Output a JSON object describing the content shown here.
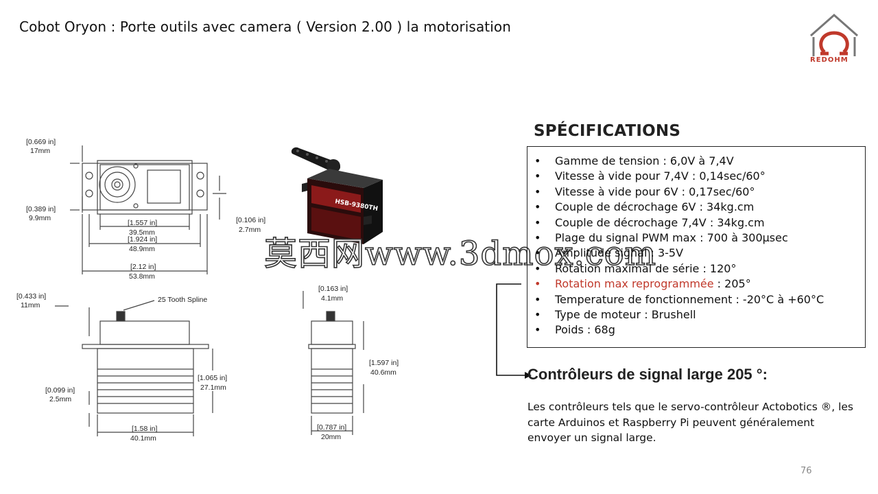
{
  "slide": {
    "title": "Cobot Oryon : Porte outils avec camera ( Version 2.00 ) la motorisation",
    "page_number": "76",
    "logo_text": "REDOHM"
  },
  "drawing": {
    "top_view": {
      "width_top_in": "[0.669 in]",
      "width_top_mm": "17mm",
      "side_in": "[0.389 in]",
      "side_mm": "9.9mm",
      "inner_in": "[1.557 in]",
      "inner_mm": "39.5mm",
      "mid_in": "[1.924 in]",
      "mid_mm": "48.9mm",
      "total_in": "[2.12 in]",
      "total_mm": "53.8mm",
      "right_in": "[0.106 in]",
      "right_mm": "2.7mm"
    },
    "front_view": {
      "spline_label": "25 Tooth Spline",
      "top_in": "[0.433 in]",
      "top_mm": "11mm",
      "bottom_in": "[0.099 in]",
      "bottom_mm": "2.5mm",
      "height_in": "[1.065 in]",
      "height_mm": "27.1mm",
      "width_in": "[1.58 in]",
      "width_mm": "40.1mm"
    },
    "side_view": {
      "top_in": "[0.163 in]",
      "top_mm": "4.1mm",
      "height_in": "[1.597 in]",
      "height_mm": "40.6mm",
      "width_in": "[0.787 in]",
      "width_mm": "20mm"
    }
  },
  "specs": {
    "heading": "SPÉCIFICATIONS",
    "items": [
      "Gamme de tension : 6,0V à 7,4V",
      "Vitesse à vide pour 7,4V : 0,14sec/60°",
      "Vitesse à vide pour 6V : 0,17sec/60°",
      "Couple de décrochage 6V : 34kg.cm",
      "Couple de décrochage 7,4V : 34kg.cm",
      "Plage du signal PWM max : 700 à 300µsec",
      "Amplitude signal : 3-5V",
      "Rotation maximal de série : 120°",
      "Rotation max reprogrammée",
      "Temperature de fonctionnement : -20°C à +60°C",
      "Type de moteur : Brushell",
      "Poids : 68g"
    ],
    "highlight_suffix": " : 205°",
    "bullet": "•"
  },
  "controllers": {
    "heading": "Contrôleurs de signal large 205 °:",
    "paragraph": "Les contrôleurs tels que le servo-contrôleur Actobotics ®, les carte Arduinos et Raspberry Pi peuvent généralement envoyer un signal large."
  },
  "watermark": "莫西网www.3dmox.com",
  "colors": {
    "accent_red": "#c0392b",
    "servo_body": "#1a1a1a",
    "servo_label": "#8b1a1a"
  }
}
